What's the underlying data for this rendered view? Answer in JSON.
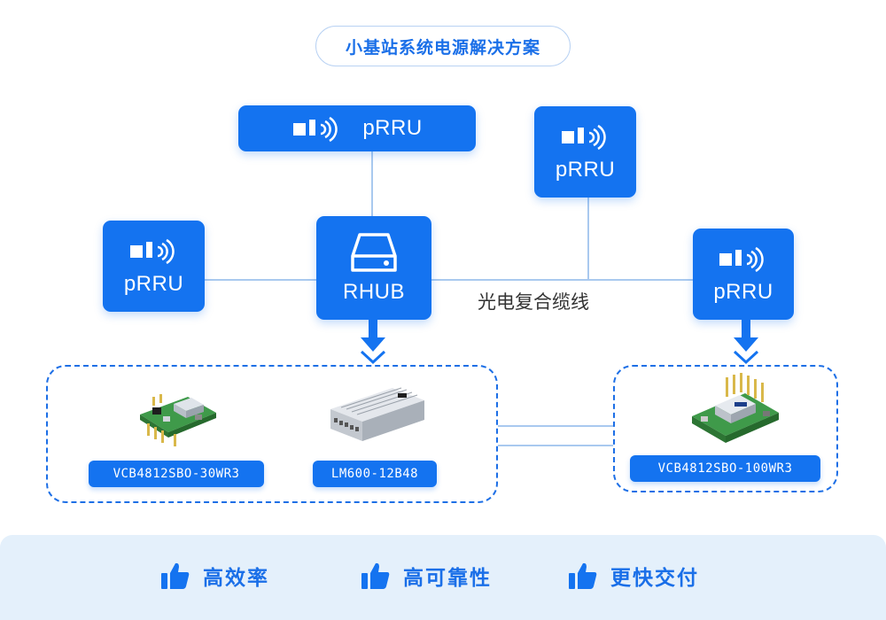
{
  "title": "小基站系统电源解决方案",
  "nodes": {
    "prru_top": "pRRU",
    "prru_top_right": "pRRU",
    "prru_left": "pRRU",
    "rhub": "RHUB",
    "prru_right": "pRRU"
  },
  "cable_label": "光电复合缆线",
  "products": {
    "p1": "VCB4812SBO-30WR3",
    "p2": "LM600-12B48",
    "p3": "VCB4812SBO-100WR3"
  },
  "features": [
    "高效率",
    "高可靠性",
    "更快交付"
  ],
  "colors": {
    "primary": "#1473f0",
    "line": "#a9c9ef",
    "footer_bg": "#e4f0fb"
  }
}
